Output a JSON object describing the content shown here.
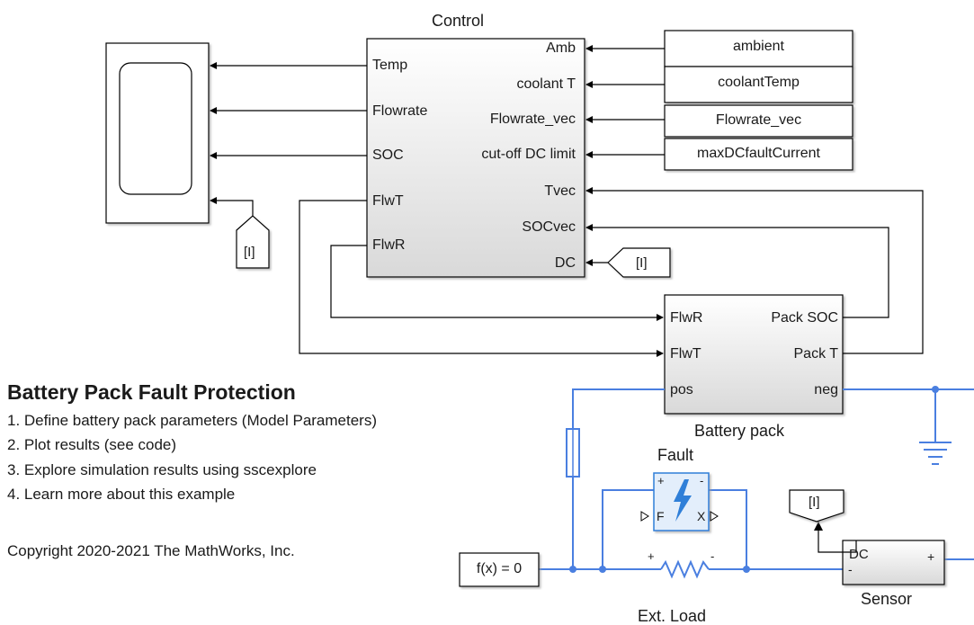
{
  "control": {
    "title": "Control",
    "inputs_left": [
      "Temp",
      "Flowrate",
      "SOC",
      "FlwT",
      "FlwR"
    ],
    "ports_right": [
      "Amb",
      "coolant T",
      "Flowrate_vec",
      "cut-off DC limit",
      "Tvec",
      "SOCvec",
      "DC"
    ]
  },
  "sources": [
    "ambient",
    "coolantTemp",
    "Flowrate_vec",
    "maxDCfaultCurrent"
  ],
  "from_tags": {
    "scope_tag": "[I]",
    "control_tag": "[I]",
    "sensor_tag": "[I]"
  },
  "battery": {
    "title": "Battery pack",
    "left_ports": [
      "FlwR",
      "FlwT",
      "pos"
    ],
    "right_ports": [
      "Pack SOC",
      "Pack T",
      "neg"
    ]
  },
  "fault": {
    "title": "Fault",
    "left_port": "F",
    "right_port": "X",
    "plus": "+",
    "minus": "-"
  },
  "load": {
    "title": "Ext. Load",
    "plus": "+",
    "minus": "-"
  },
  "sensor": {
    "title": "Sensor",
    "label_dc": "DC",
    "plus": "+",
    "minus": "-"
  },
  "solver": {
    "label": "f(x) = 0"
  },
  "description": {
    "heading": "Battery Pack Fault Protection",
    "steps": [
      "1. Define battery pack parameters (Model Parameters)",
      "2. Plot results (see code)",
      "3. Explore simulation results using sscexplore",
      "4. Learn more about this example"
    ],
    "copyright": "Copyright 2020-2021 The MathWorks, Inc."
  },
  "colors": {
    "physical_line": "#4a7fe0",
    "signal_line": "#000000",
    "fault_block": "#e3eefb",
    "fault_icon": "#2f7fd8"
  }
}
